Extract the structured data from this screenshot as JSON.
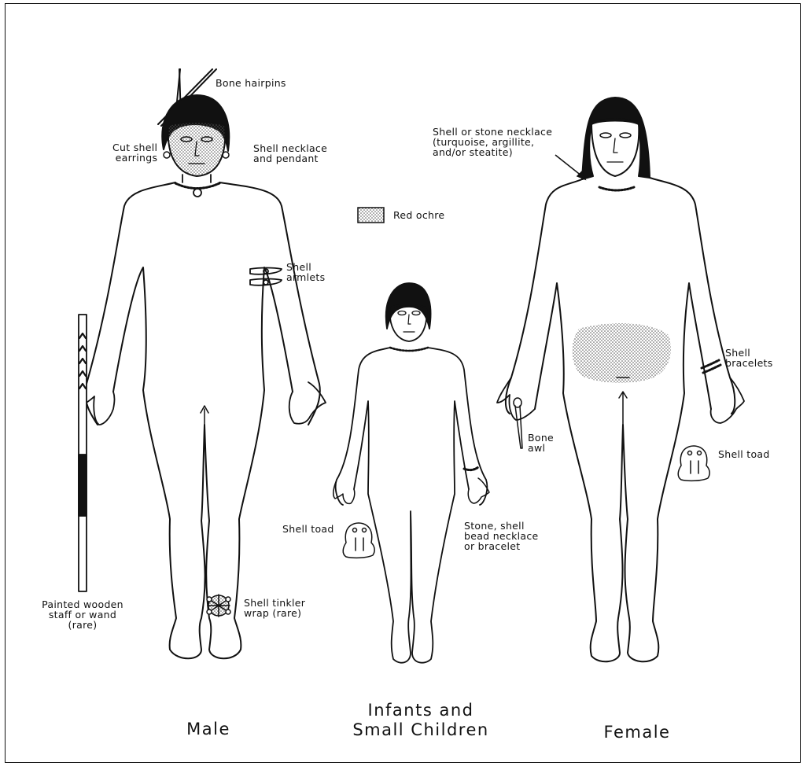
{
  "figure": {
    "labels": {
      "bone_hairpins": "Bone hairpins",
      "cut_shell_earrings": [
        "Cut shell",
        "earrings"
      ],
      "shell_necklace_pendant": [
        "Shell necklace",
        "and pendant"
      ],
      "red_ochre": "Red ochre",
      "shell_armlets": [
        "Shell",
        "armlets"
      ],
      "painted_staff": [
        "Painted wooden",
        "staff or wand",
        "(rare)"
      ],
      "shell_tinkler": [
        "Shell tinkler",
        "wrap (rare)"
      ],
      "shell_toad_child": "Shell toad",
      "stone_shell_bead": [
        "Stone, shell",
        "bead necklace",
        "or bracelet"
      ],
      "shell_stone_necklace": [
        "Shell or stone necklace",
        "(turquoise, argillite,",
        "and/or steatite)"
      ],
      "shell_bracelets": [
        "Shell",
        "bracelets"
      ],
      "bone_awl": [
        "Bone",
        "awl"
      ],
      "shell_toad_female": "Shell toad"
    },
    "captions": {
      "male": "Male",
      "children": [
        "Infants and",
        "Small Children"
      ],
      "female": "Female"
    },
    "colors": {
      "ink": "#111111",
      "ochre_dot": "#555555"
    }
  }
}
